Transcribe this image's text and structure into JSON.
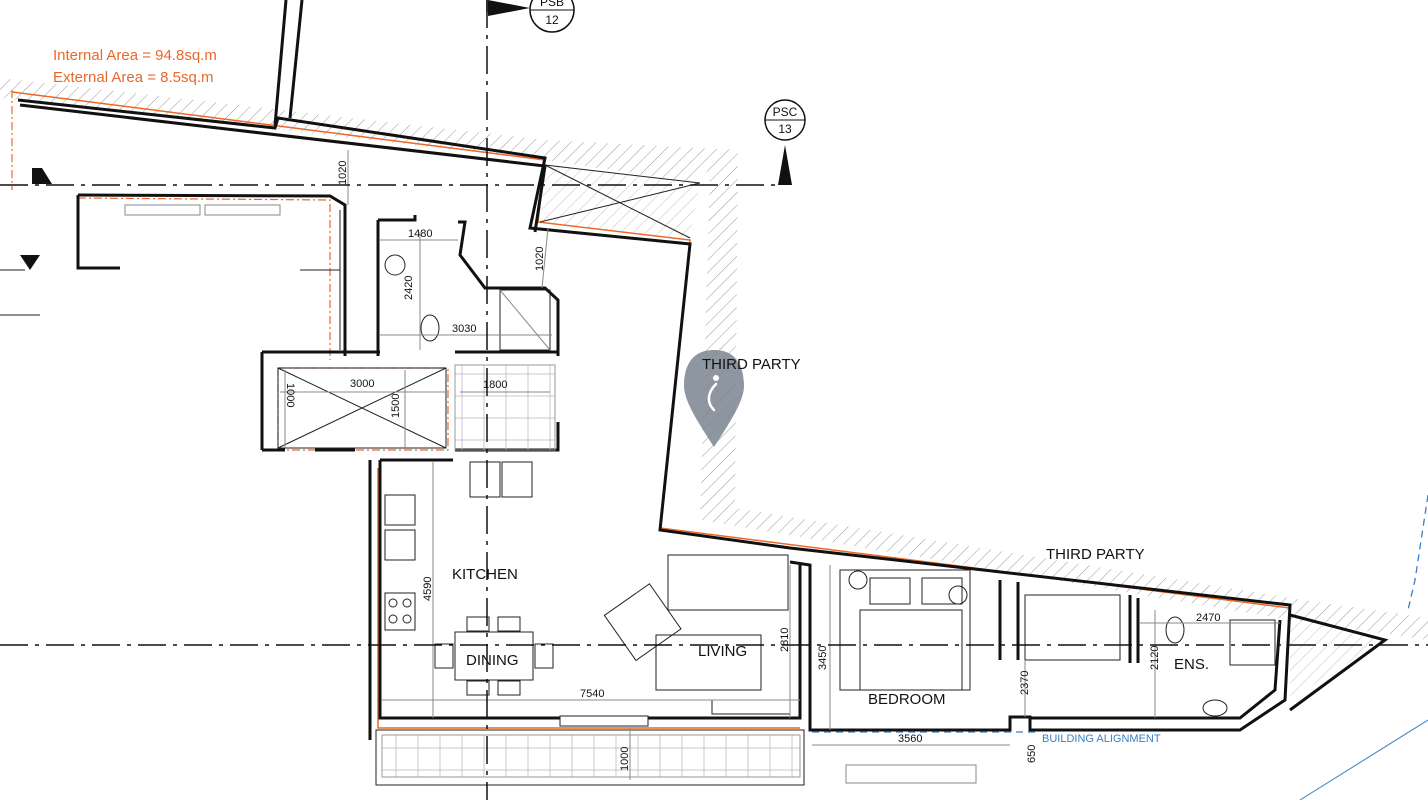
{
  "areas": {
    "internal": "Internal Area = 94.8sq.m",
    "external": "External Area = 8.5sq.m"
  },
  "rooms": {
    "third_party_top": "THIRD PARTY",
    "third_party_bottom": "THIRD PARTY",
    "kitchen": "KITCHEN",
    "dining": "DINING",
    "living": "LIVING",
    "bedroom": "BEDROOM",
    "ensuite": "ENS."
  },
  "dimensions": {
    "d1020_top": "1020",
    "d1480": "1480",
    "d2420": "2420",
    "d1020_right": "1020",
    "d3030": "3030",
    "d3000": "3000",
    "d1000_left": "1000",
    "d1500": "1500",
    "d1800": "1800",
    "d4590": "4590",
    "d7540": "7540",
    "d2810": "2810",
    "d3450": "3450",
    "d2370": "2370",
    "d2120": "2120",
    "d2470": "2470",
    "d3560": "3560",
    "d1000_bottom": "1000",
    "d650": "650"
  },
  "section_markers": {
    "psb_code": "PSB",
    "psb_number": "12",
    "psc_code": "PSC",
    "psc_number": "13"
  },
  "annotations": {
    "building_alignment": "BUILDING ALIGNMENT"
  },
  "colors": {
    "boundary": "#e8692a",
    "alignment": "#3a7fc4",
    "marker": "#7a8590"
  },
  "icons": {
    "location_pin": "location-pin-icon"
  }
}
